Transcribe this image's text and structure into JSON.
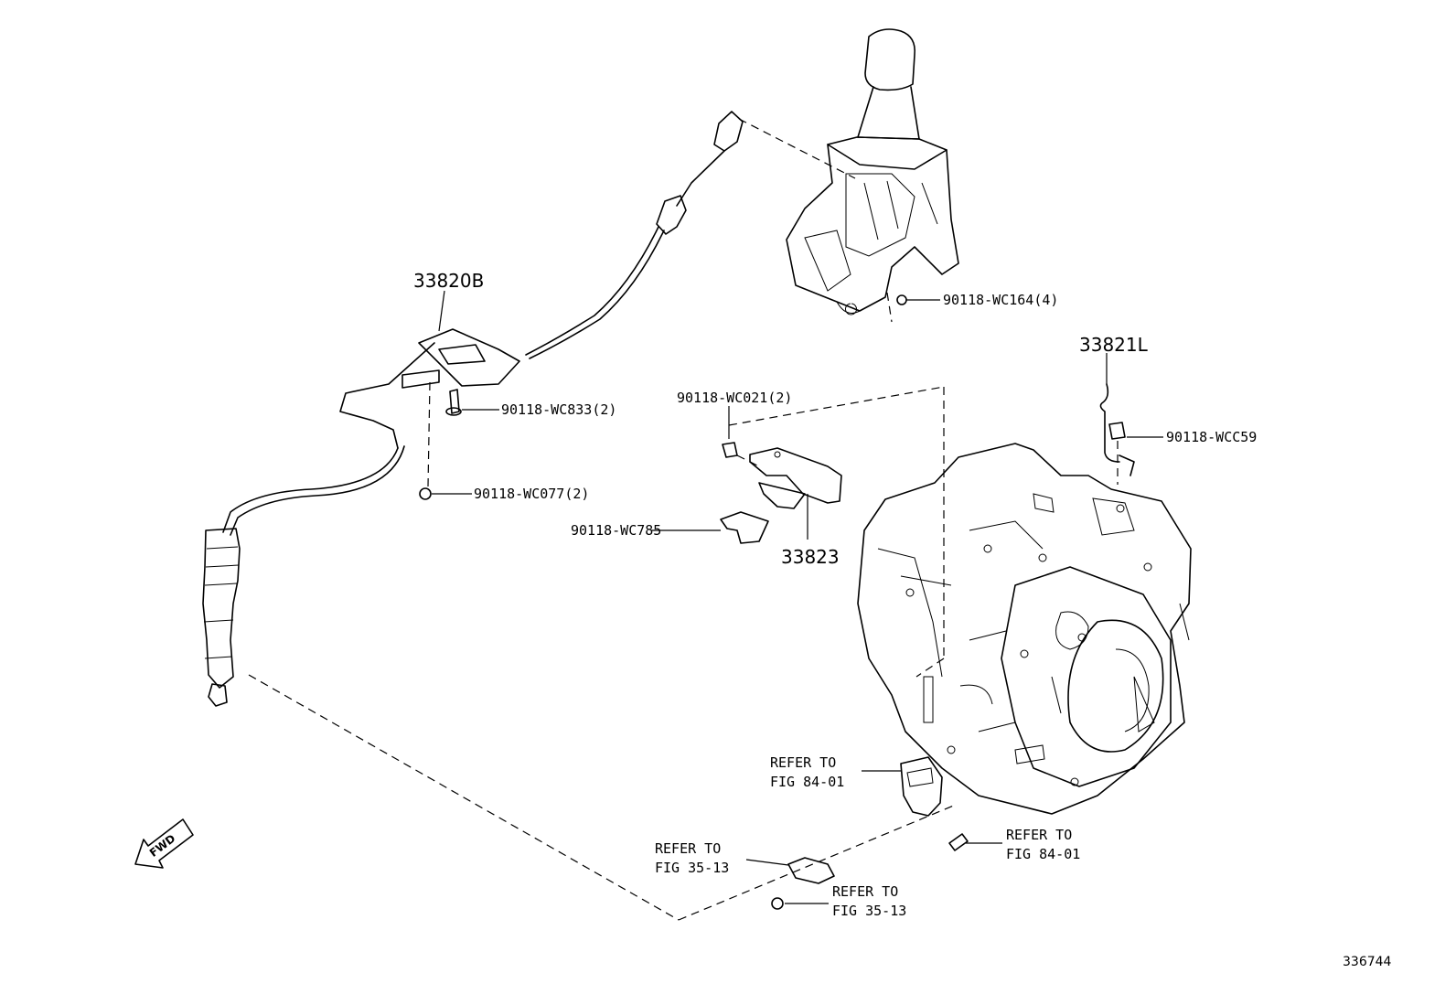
{
  "parts": {
    "cable": "33820B",
    "hook": "33821L",
    "bracket": "33823"
  },
  "fasteners": {
    "shifter_nut": "90118-WC164(4)",
    "cable_bolt": "90118-WC833(2)",
    "cable_nut": "90118-WC077(2)",
    "bracket_bolt": "90118-WC021(2)",
    "clip": "90118-WC785",
    "hook_bolt": "90118-WCC59"
  },
  "references": {
    "switch": {
      "line1": "REFER TO",
      "line2": "FIG 84-01"
    },
    "switch_bolt": {
      "line1": "REFER TO",
      "line2": "FIG 84-01"
    },
    "sensor": {
      "line1": "REFER TO",
      "line2": "FIG 35-13"
    },
    "sensor_nut": {
      "line1": "REFER TO",
      "line2": "FIG 35-13"
    }
  },
  "direction_arrow": "FWD",
  "figure_number": "336744",
  "icons": [
    "fwd-arrow-icon"
  ]
}
